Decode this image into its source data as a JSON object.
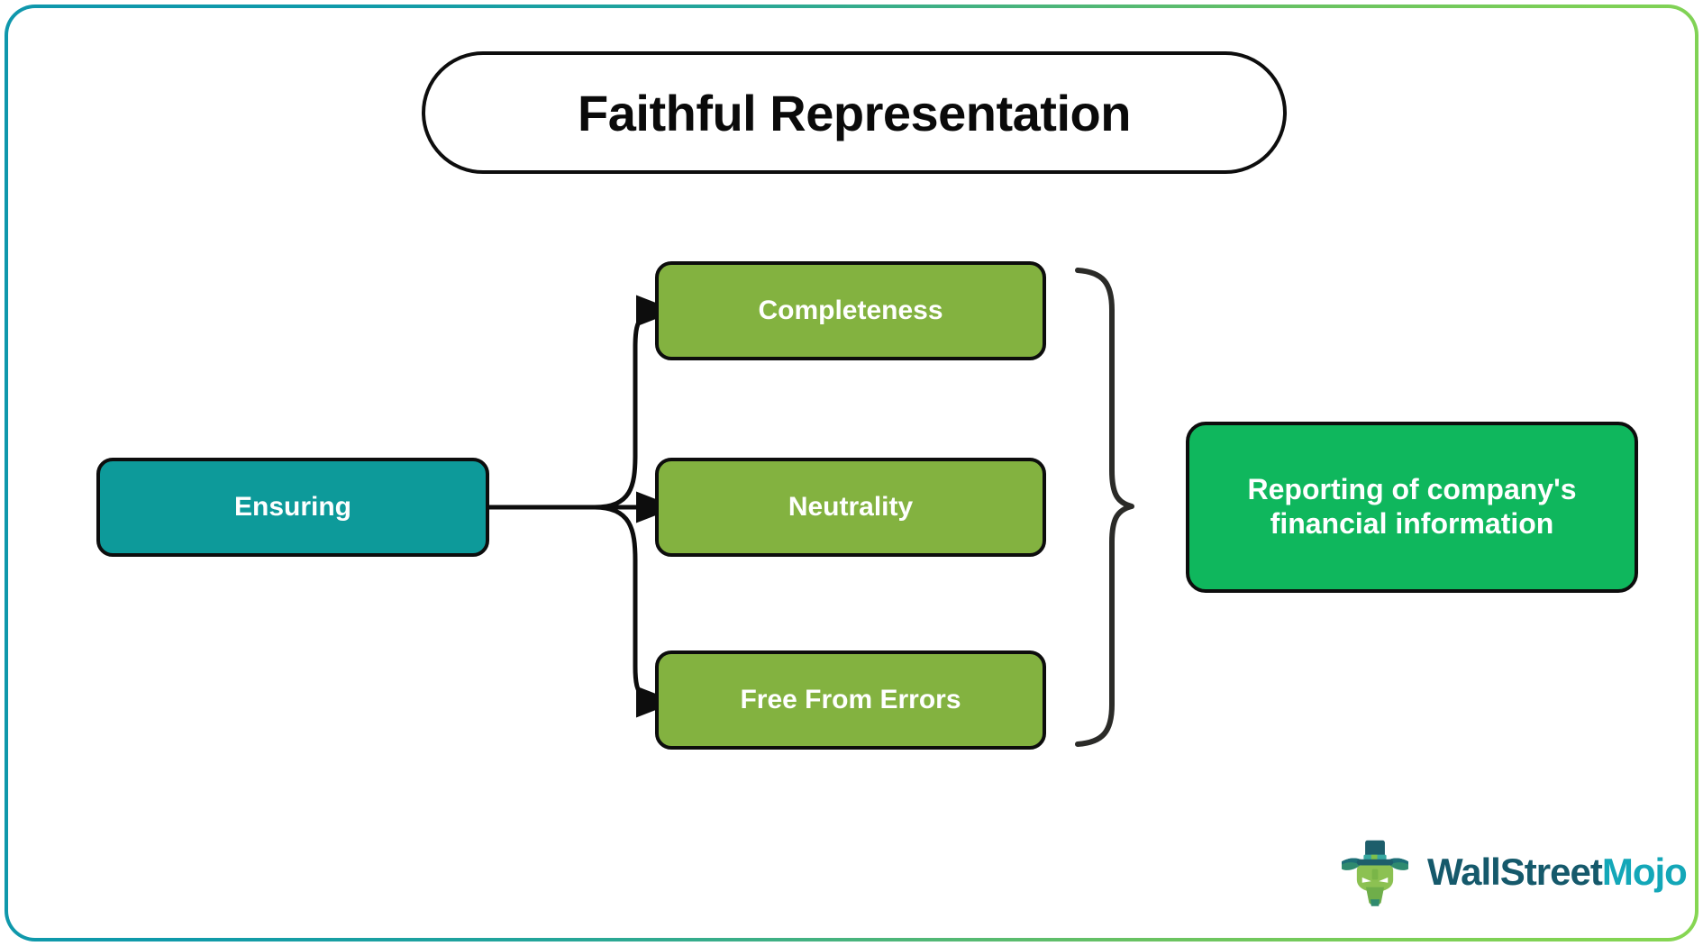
{
  "diagram": {
    "title": "Faithful Representation",
    "source_node": {
      "label": "Ensuring",
      "color": "#0d9a9a"
    },
    "branch_nodes": [
      {
        "label": "Completeness",
        "color": "#83b240"
      },
      {
        "label": "Neutrality",
        "color": "#83b240"
      },
      {
        "label": "Free From Errors",
        "color": "#83b240"
      }
    ],
    "result_node": {
      "label": "Reporting of company's financial information",
      "color": "#0fb75d"
    },
    "brace": {
      "name": "right-curly-brace",
      "orientation": "points-right"
    },
    "connector_color": "#0d0d0d",
    "frame_gradient_start": "#0f97ac",
    "frame_gradient_end": "#86d652"
  },
  "branding": {
    "name_part1": "WallStreet",
    "name_part2": "Mojo",
    "color_part1": "#15596b",
    "color_part2": "#13a7b8",
    "mark": "bull-with-top-hat-icon"
  }
}
